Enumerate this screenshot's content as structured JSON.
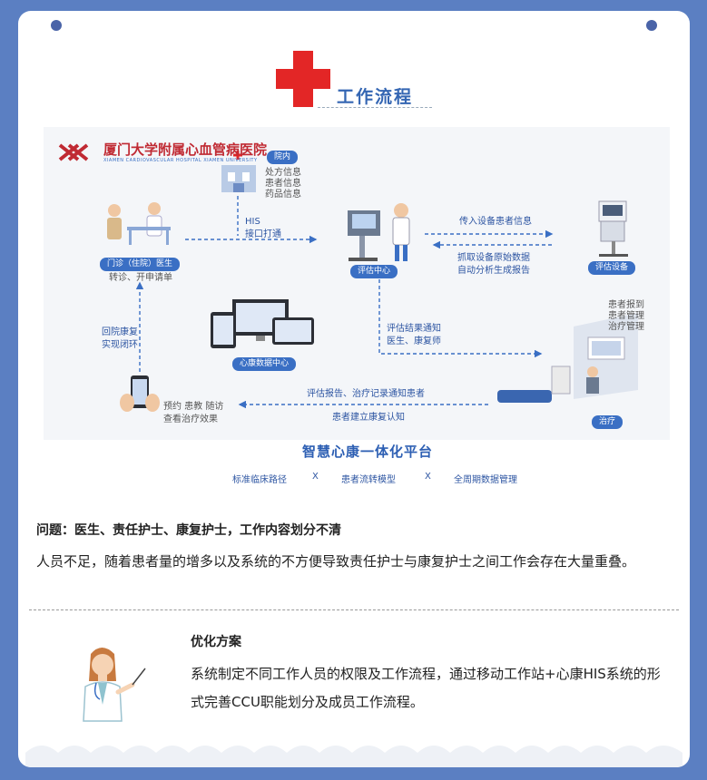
{
  "header": {
    "title": "工作流程"
  },
  "diagram": {
    "logo_name": "厦门大学附属心血管病医院",
    "logo_sub": "XIAMEN CARDIOVASCULAR HOSPITAL XIAMEN UNIVERSITY",
    "inhouse_label": "院内",
    "inhouse_info": [
      "处方信息",
      "患者信息",
      "药品信息"
    ],
    "his_line1": "HIS",
    "his_line2": "接口打通",
    "clinic_label": "门诊（住院）医生",
    "clinic_sub": "转诊、开申请单",
    "eval_center_label": "评估中心",
    "transfer_info": "传入设备患者信息",
    "capture1": "抓取设备原始数据",
    "capture2": "自动分析生成报告",
    "eval_device_label": "评估设备",
    "return1": "回院康复",
    "return2": "实现闭环",
    "notify1": "评估结果通知",
    "notify2": "医生、康复师",
    "data_center_label": "心康数据中心",
    "patient_steps": [
      "患者报到",
      "患者管理",
      "治疗管理"
    ],
    "treatment_label": "治疗",
    "report_notify": "评估报告、治疗记录通知患者",
    "patient_awareness": "患者建立康复认知",
    "phone_line1": "预约 患教 随访",
    "phone_line2": "查看治疗效果",
    "platform": "智慧心康一体化平台",
    "tags": [
      "标准临床路径",
      "X",
      "患者流转模型",
      "X",
      "全周期数据管理"
    ]
  },
  "problem": {
    "title": "问题：医生、责任护士、康复护士，工作内容划分不清",
    "body": "人员不足，随着患者量的增多以及系统的不方便导致责任护士与康复护士之间工作会存在大量重叠。"
  },
  "solution": {
    "title": "优化方案",
    "body": "系统制定不同工作人员的权限及工作流程，通过移动工作站+心康HIS系统的形式完善CCU职能划分及成员工作流程。"
  },
  "colors": {
    "frame": "#5b7fc2",
    "accent": "#3466b3",
    "cross": "#e32626"
  }
}
